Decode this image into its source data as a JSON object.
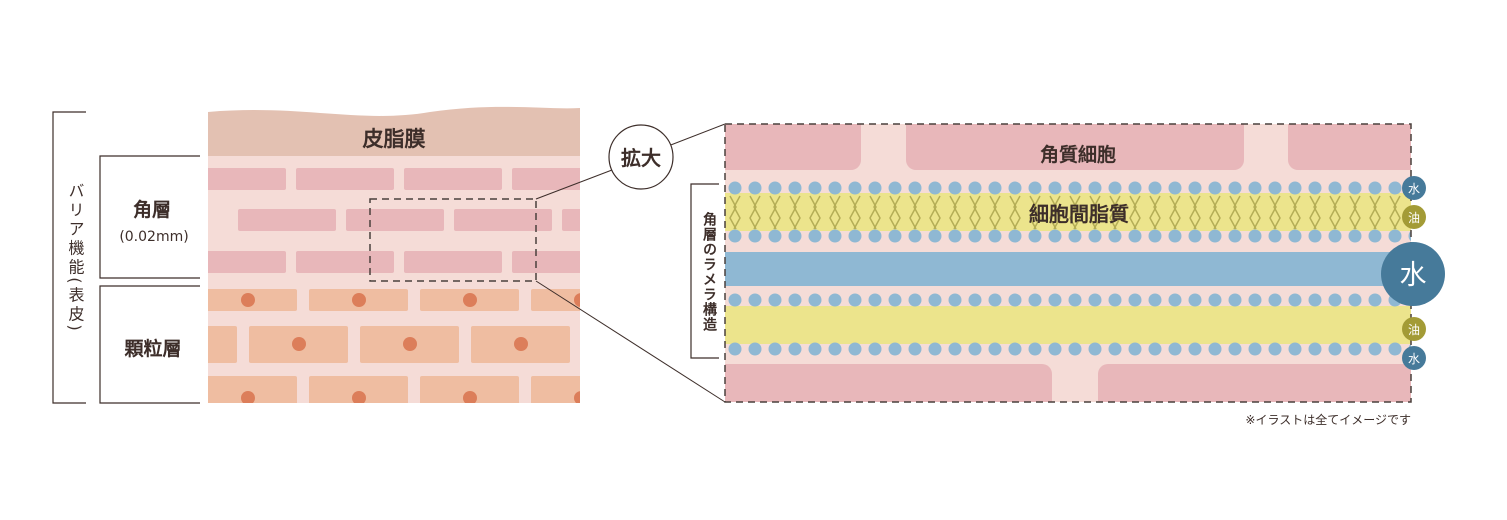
{
  "left_panel": {
    "sebum_label": "皮脂膜",
    "stratum_corneum_label": "角層",
    "stratum_corneum_thickness": "(0.02mm)",
    "granular_layer_label": "顆粒層",
    "barrier_label": "バリア機能(表皮)"
  },
  "zoom_label": "拡大",
  "right_panel": {
    "corneocyte_label": "角質細胞",
    "intercellular_lipid_label": "細胞間脂質",
    "lamellar_label": "角層のラメラ構造",
    "badge_water": "水",
    "badge_oil": "油",
    "water_big": "水"
  },
  "footnote": "※イラストは全てイメージです",
  "colors": {
    "sebum": "#e3c1b2",
    "skin_bg": "#f5dcd7",
    "corneum_cell": "#e8b7ba",
    "granular_cell": "#efbda1",
    "nucleus": "#dc7e5a",
    "lipid_head": "#8fb8d3",
    "lipid_band": "#ece48c",
    "lipid_tail": "#b4ad56",
    "water_band": "#8fb8d3",
    "water_badge": "#467a9a",
    "oil_badge": "#a39b36",
    "line": "#3d2e2a"
  }
}
